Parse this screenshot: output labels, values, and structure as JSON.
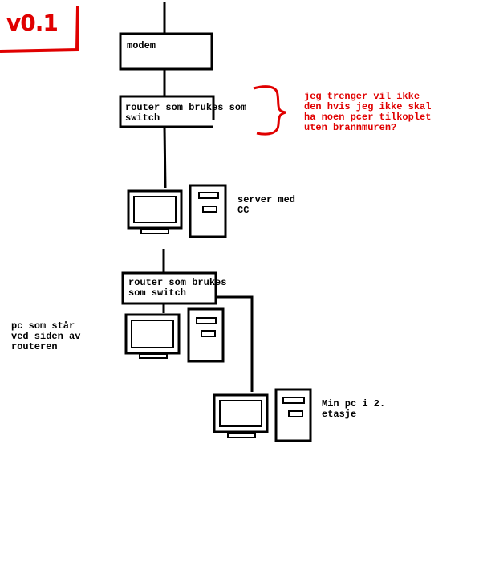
{
  "version_label": "v0.1",
  "nodes": {
    "modem": "modem",
    "router_top": "router som brukes som\nswitch",
    "router_bottom": "router som brukes\nsom switch"
  },
  "computers": {
    "server": "server med\nCC",
    "pc_router": "pc som står\nved siden av\nrouteren",
    "my_pc": "Min pc i 2.\netasje"
  },
  "note": "jeg trenger vil ikke\nden hvis jeg ikke skal\nha noen pcer tilkoplet\nuten brannmuren?",
  "colors": {
    "ink": "#000000",
    "accent": "#e00000"
  }
}
